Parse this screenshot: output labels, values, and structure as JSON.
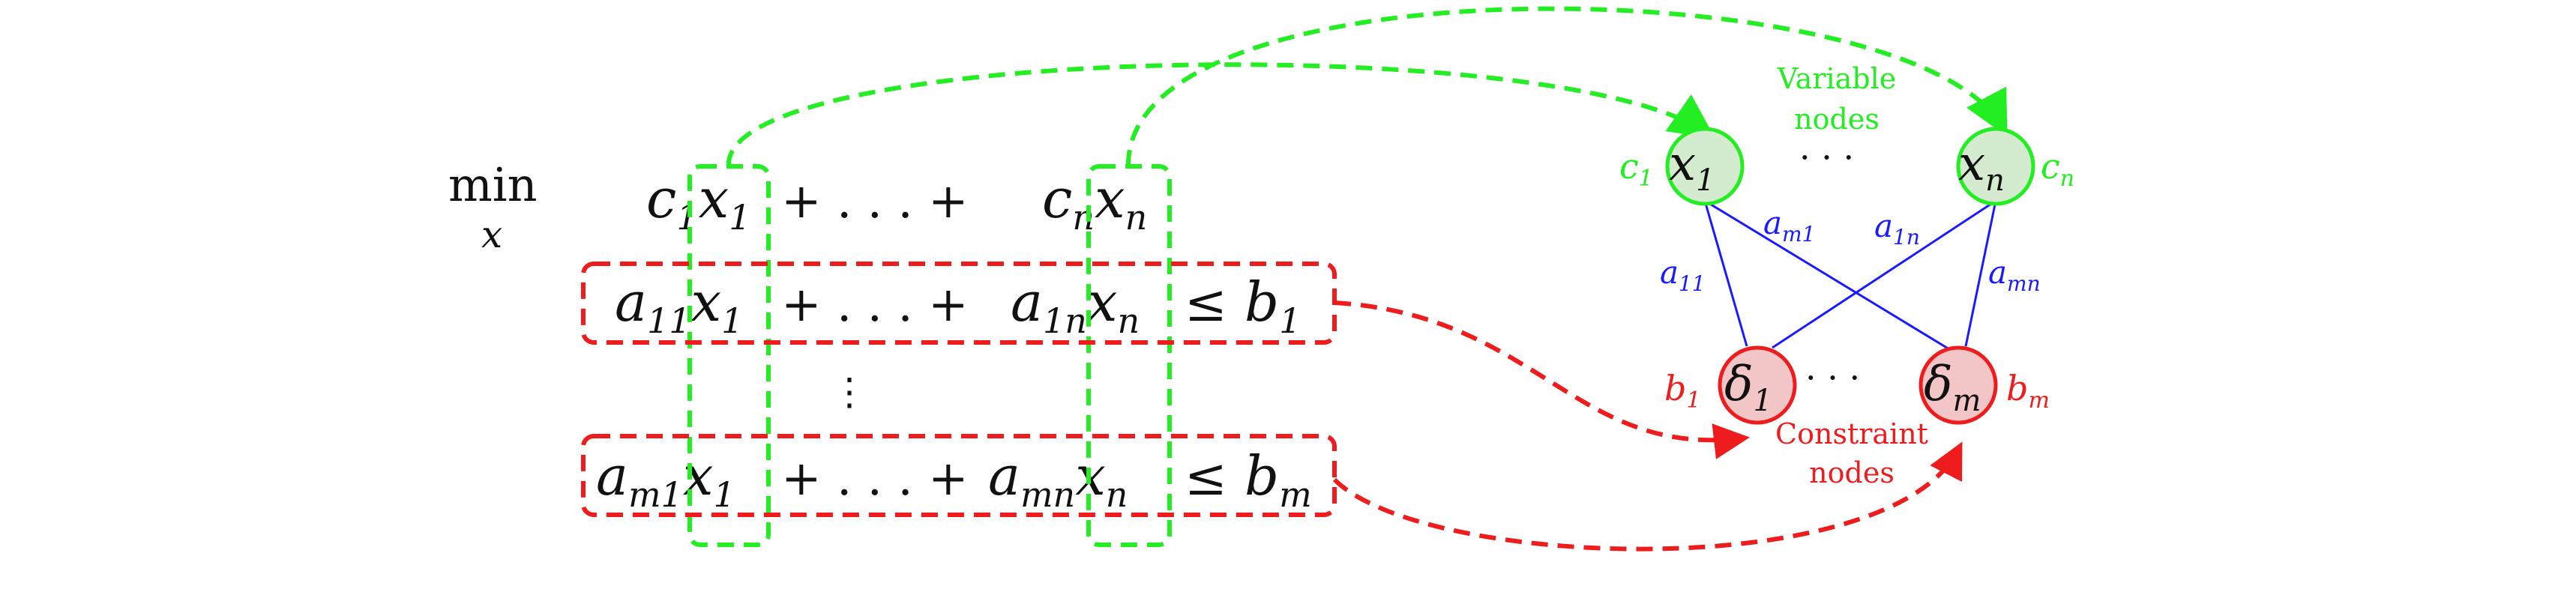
{
  "lp": {
    "min_op": "min",
    "min_var": "x",
    "objective": {
      "c1": "c",
      "c1_sub": "1",
      "x1": "x",
      "x1_sub": "1",
      "mid": "+ . . . +",
      "cn": "c",
      "cn_sub": "n",
      "xn": "x",
      "xn_sub": "n"
    },
    "row1": {
      "a": "a",
      "a_sub": "11",
      "x1": "x",
      "x1_sub": "1",
      "mid": "+ . . . +",
      "an": "a",
      "an_sub": "1n",
      "xn": "x",
      "xn_sub": "n",
      "leq": "≤",
      "b": "b",
      "b_sub": "1"
    },
    "vdots": "⋮",
    "rowm": {
      "a": "a",
      "a_sub": "m1",
      "x1": "x",
      "x1_sub": "1",
      "mid": "+ . . . +",
      "an": "a",
      "an_sub": "mn",
      "xn": "x",
      "xn_sub": "n",
      "leq": "≤",
      "b": "b",
      "b_sub": "m"
    }
  },
  "graph": {
    "variable_nodes_label": [
      "Variable",
      "nodes"
    ],
    "constraint_nodes_label": [
      "Constraint",
      "nodes"
    ],
    "var_dots": "· · ·",
    "con_dots": "· · ·",
    "var1": {
      "base": "x",
      "sub": "1",
      "weight": "c",
      "weight_sub": "1"
    },
    "varn": {
      "base": "x",
      "sub": "n",
      "weight": "c",
      "weight_sub": "n"
    },
    "con1": {
      "base": "δ",
      "sub": "1",
      "weight": "b",
      "weight_sub": "1"
    },
    "conm": {
      "base": "δ",
      "sub": "m",
      "weight": "b",
      "weight_sub": "m"
    },
    "edges": {
      "a11": {
        "base": "a",
        "sub": "11"
      },
      "am1": {
        "base": "a",
        "sub": "m1"
      },
      "a1n": {
        "base": "a",
        "sub": "1n"
      },
      "amn": {
        "base": "a",
        "sub": "mn"
      }
    }
  },
  "colors": {
    "variable": "#22ee22",
    "variable_fill": "#d4ebd0",
    "constraint": "#ee1c1c",
    "constraint_fill": "#f2c6c6",
    "edge": "#1a1aff",
    "text": "#111111"
  }
}
